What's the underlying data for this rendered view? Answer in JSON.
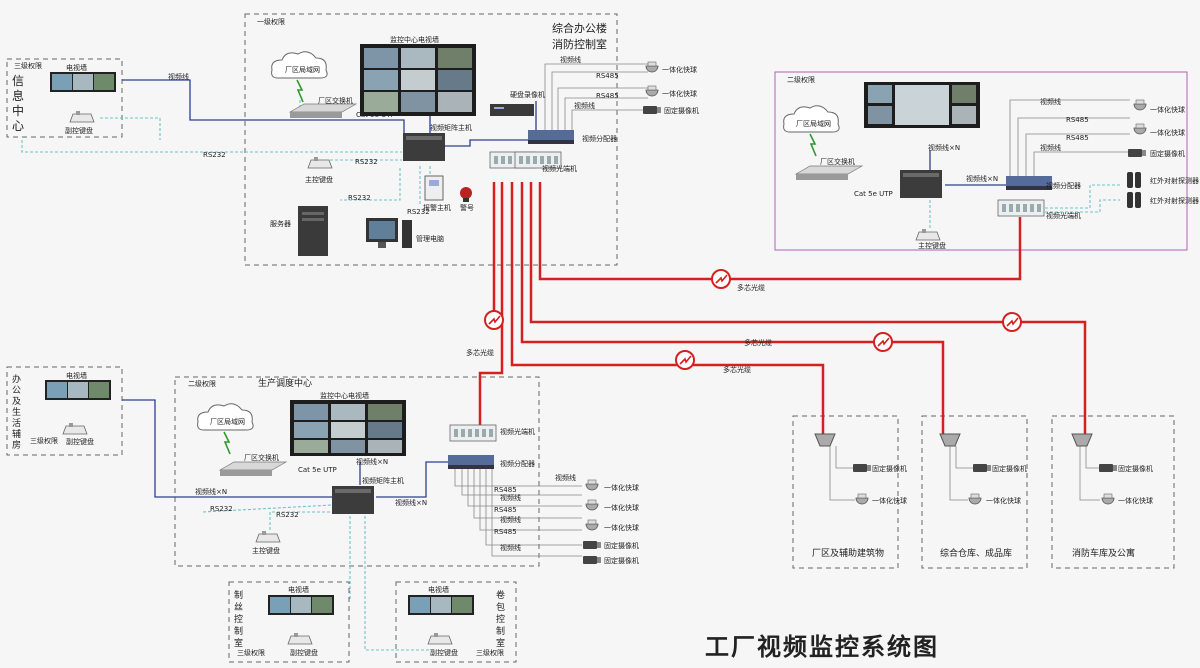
{
  "title": "工厂视频监控系统图",
  "zones": {
    "hq": {
      "name_line1": "综合办公楼",
      "name_line2": "消防控制室",
      "level": "一级权限"
    },
    "info": {
      "name": [
        "信",
        "息",
        "中",
        "心"
      ],
      "level": "三级权限"
    },
    "office": {
      "name": [
        "办",
        "公",
        "及",
        "生",
        "活",
        "辅",
        "房"
      ],
      "level": "三级权限"
    },
    "prod": {
      "name": "生产调度中心",
      "level": "二级权限"
    },
    "right": {
      "level": "二级权限"
    },
    "silk": {
      "name": [
        "制",
        "丝",
        "控",
        "制",
        "室"
      ],
      "level": "三级权限"
    },
    "roll": {
      "name": [
        "卷",
        "包",
        "控",
        "制",
        "室"
      ],
      "level": "三级权限"
    },
    "site1": {
      "name": "厂区及辅助建筑物"
    },
    "site2": {
      "name": "综合仓库、成品库"
    },
    "site3": {
      "name": "消防车库及公寓"
    }
  },
  "labels": {
    "tv_wall": "电视墙",
    "monitor_wall": "监控中心电视墙",
    "lan": "厂区局域网",
    "switch": "厂区交换机",
    "cat5e": "Cat 5e UTP",
    "matrix": "视频矩阵主机",
    "video_line": "视频线",
    "video_line_n": "视频线×N",
    "rs232": "RS232",
    "rs485": "RS485",
    "dvr": "硬盘录像机",
    "distributor": "视频分配器",
    "optical": "视频光端机",
    "alarm_host": "报警主机",
    "siren": "警号",
    "main_kb": "主控键盘",
    "sub_kb": "副控键盘",
    "server": "服务器",
    "pc": "管理电脑",
    "ptz": "一体化快球",
    "fixed": "固定摄像机",
    "ir": "红外对射探测器",
    "fiber": "多芯光缆",
    "vid_multi": "视频线",
    "fiber2": "多芯光缆"
  },
  "colors": {
    "fiber": "#d42020",
    "video": "#2d3f8f",
    "control": "#6cc3c9",
    "control_dark": "#555555",
    "zone_right": "#b45db4"
  }
}
